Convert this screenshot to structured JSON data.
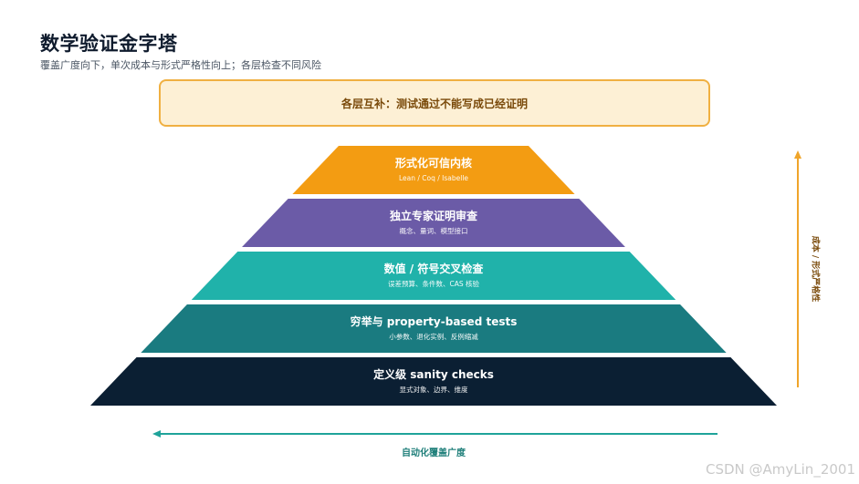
{
  "header": {
    "title": "数学验证金字塔",
    "subtitle": "覆盖广度向下，单次成本与形式严格性向上；各层检查不同风险"
  },
  "banner": {
    "text": "各层互补：测试通过不能写成已经证明"
  },
  "pyramid": {
    "layers": [
      {
        "name": "形式化可信内核",
        "detail": "Lean / Coq / Isabelle",
        "color": "#f39c12"
      },
      {
        "name": "独立专家证明审查",
        "detail": "概念、量词、模型接口",
        "color": "#6b5ba7"
      },
      {
        "name": "数值 / 符号交叉检查",
        "detail": "误差预算、条件数、CAS 核验",
        "color": "#20b2aa"
      },
      {
        "name": "穷举与 property-based tests",
        "detail": "小参数、退化实例、反例缩减",
        "color": "#1a7b80"
      },
      {
        "name": "定义级 sanity checks",
        "detail": "显式对象、边界、维度",
        "color": "#0b1f33"
      }
    ]
  },
  "axes": {
    "vertical_label": "成本 / 形式严格性",
    "horizontal_label": "自动化覆盖广度",
    "vertical_color": "#f0a52a",
    "horizontal_color": "#1fa39a"
  },
  "watermark": "CSDN @AmyLin_2001"
}
